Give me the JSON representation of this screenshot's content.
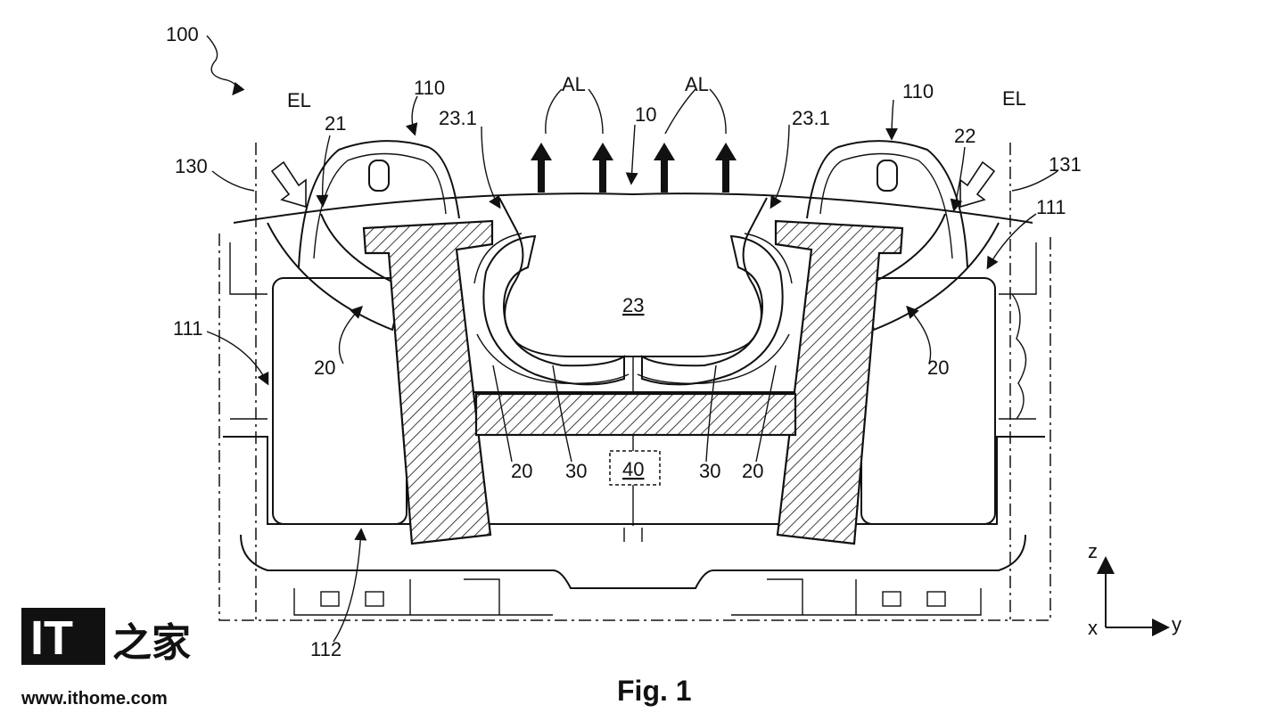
{
  "figure": {
    "caption": "Fig. 1",
    "labels": {
      "l100": "100",
      "l110_left": "110",
      "l110_right": "110",
      "el_left": "EL",
      "el_right": "EL",
      "l21": "21",
      "l22": "22",
      "l23_1_left": "23.1",
      "l23_1_right": "23.1",
      "al_left": "AL",
      "al_right": "AL",
      "l10": "10",
      "l130": "130",
      "l131": "131",
      "l111_left": "111",
      "l111_right": "111",
      "l23": "23",
      "l20_left": "20",
      "l20_right": "20",
      "l20_inner_left": "20",
      "l20_inner_right": "20",
      "l30_left": "30",
      "l30_right": "30",
      "l40": "40",
      "l112": "112"
    },
    "axes": {
      "z": "z",
      "x": "x",
      "y": "y"
    }
  },
  "watermark": {
    "brand": "IT",
    "brand_cn": "之家",
    "url": "www.ithome.com"
  }
}
